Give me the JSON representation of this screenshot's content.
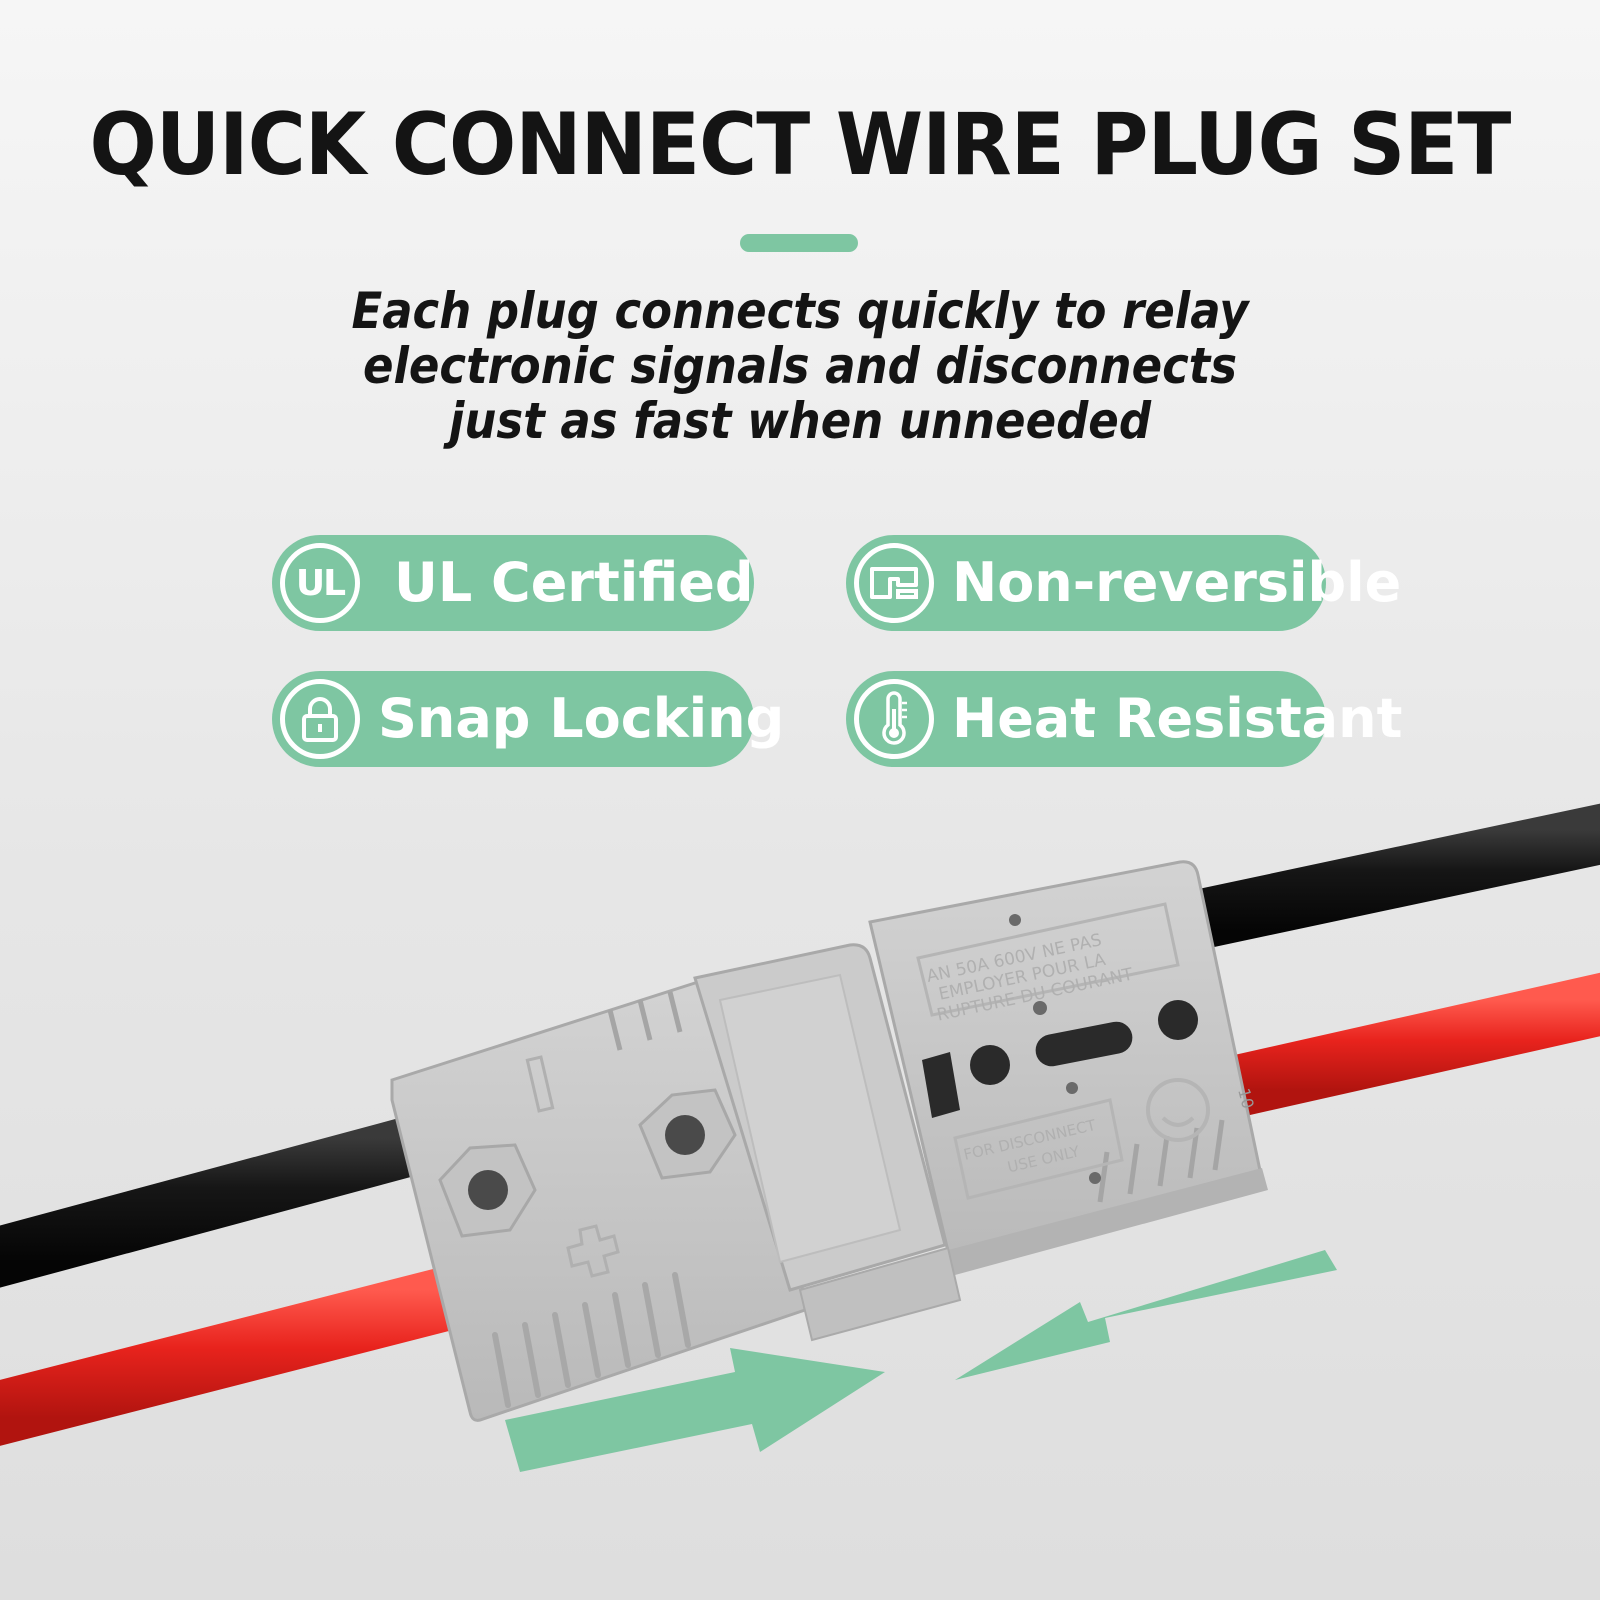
{
  "title": "QUICK CONNECT WIRE PLUG SET",
  "subtitle": "Each plug connects quickly to relay electronic signals and disconnects just as fast when unneeded",
  "badges": [
    {
      "label": "UL Certified",
      "icon": "ul-certified-icon",
      "icon_text": "UL"
    },
    {
      "label": "Non-reversible",
      "icon": "non-reversible-icon"
    },
    {
      "label": "Snap Locking",
      "icon": "padlock-icon"
    },
    {
      "label": "Heat Resistant",
      "icon": "thermometer-icon"
    }
  ],
  "connector": {
    "housing_text_1": "AN 50A 600V NE PAS",
    "housing_text_2": "EMPLOYER POUR LA",
    "housing_text_3": "RUPTURE DU COURANT",
    "panel_text_1": "FOR DISCONNECT",
    "panel_text_2": "USE ONLY",
    "polarity_minus": "−",
    "polarity_plus": "+",
    "side_mark": "10"
  },
  "colors": {
    "accent": "#7ec6a2",
    "housing": "#c8c8c8",
    "wire_red": "#e8231d",
    "wire_black": "#161616"
  }
}
